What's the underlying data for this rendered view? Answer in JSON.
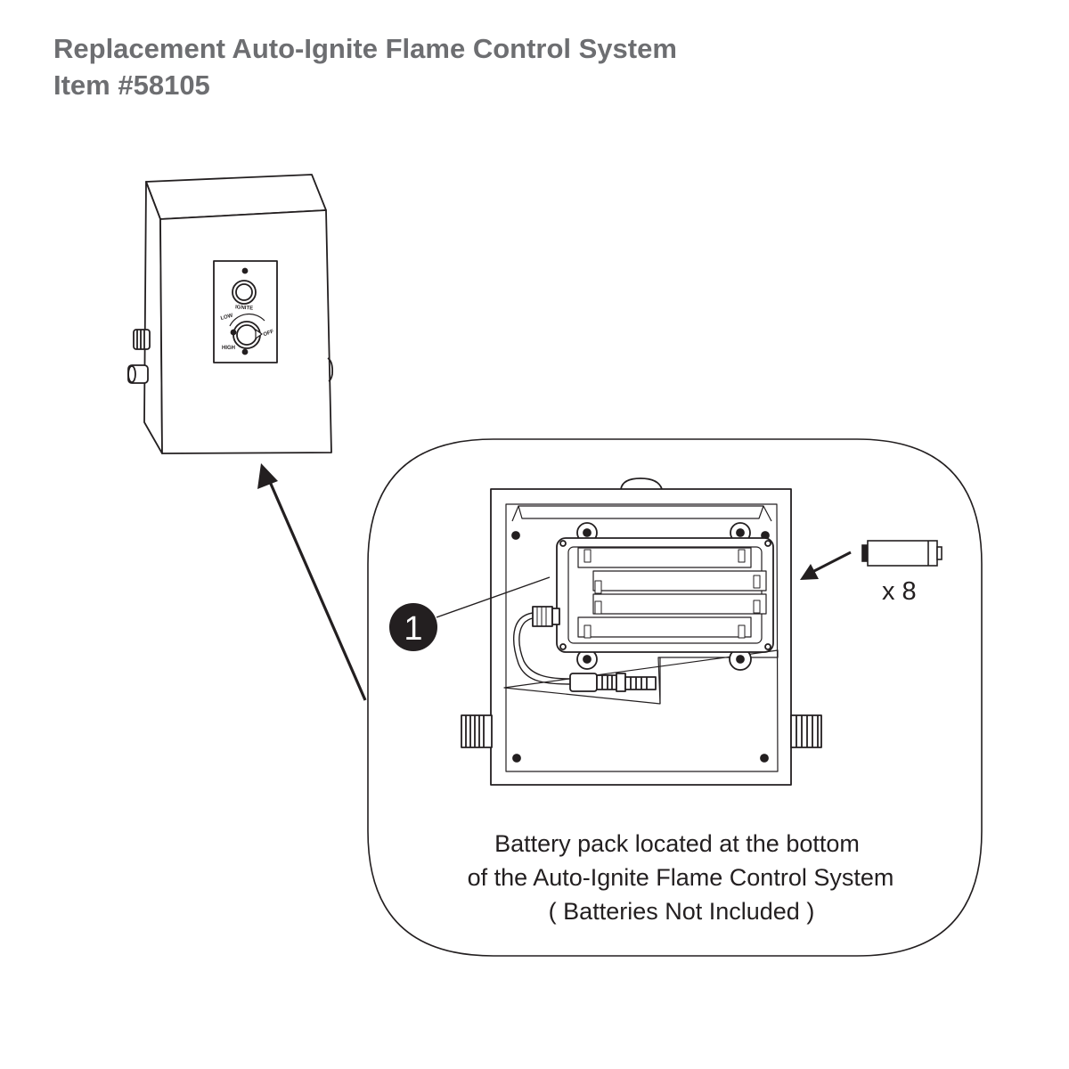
{
  "header": {
    "title": "Replacement Auto-Ignite Flame Control System",
    "item_number": "Item #58105"
  },
  "control_panel": {
    "ignite_label": "IGNITE",
    "low_label": "LOW",
    "high_label": "HIGH",
    "off_label": "OFF"
  },
  "callout": {
    "marker_number": "1",
    "battery_quantity": "x 8",
    "caption_line_1": "Battery pack located at the bottom",
    "caption_line_2": "of the Auto-Ignite Flame Control System",
    "caption_line_3": "( Batteries Not Included )"
  },
  "colors": {
    "title_gray": "#6d6e71",
    "line_black": "#231f20",
    "background": "#ffffff"
  }
}
